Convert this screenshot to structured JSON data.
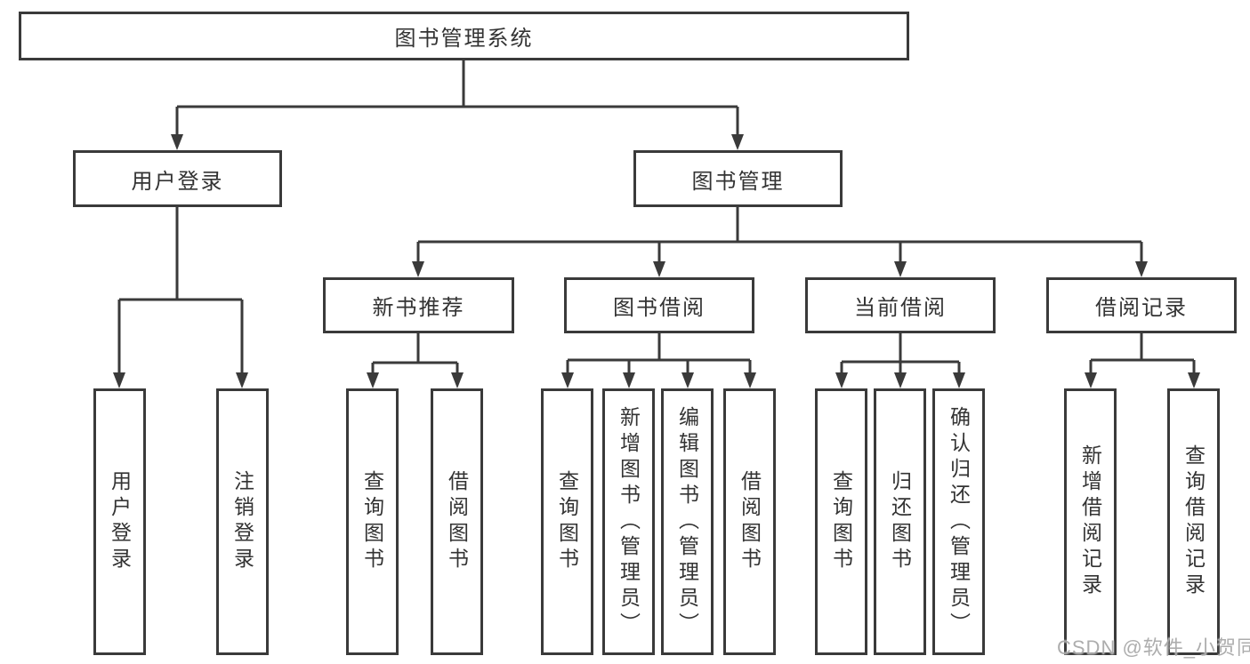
{
  "diagram": {
    "root": {
      "label": "图书管理系统"
    },
    "level1": [
      {
        "label": "用户登录"
      },
      {
        "label": "图书管理"
      }
    ],
    "level2": [
      {
        "label": "新书推荐"
      },
      {
        "label": "图书借阅"
      },
      {
        "label": "当前借阅"
      },
      {
        "label": "借阅记录"
      }
    ],
    "leaves": {
      "user_login": [
        {
          "label": "用户登录"
        },
        {
          "label": "注销登录"
        }
      ],
      "new_book": [
        {
          "label": "查询图书"
        },
        {
          "label": "借阅图书"
        }
      ],
      "book_borrow": [
        {
          "label": "查询图书"
        },
        {
          "label": "新增图书（管理员）"
        },
        {
          "label": "编辑图书（管理员）"
        },
        {
          "label": "借阅图书"
        }
      ],
      "current_borrow": [
        {
          "label": "查询图书"
        },
        {
          "label": "归还图书"
        },
        {
          "label": "确认归还（管理员）"
        }
      ],
      "borrow_record": [
        {
          "label": "新增借阅记录"
        },
        {
          "label": "查询借阅记录"
        }
      ]
    }
  },
  "watermark": {
    "text": "CSDN @软件_小贺同学"
  },
  "colors": {
    "line": "#3a3a3a",
    "text": "#333333",
    "background": "#ffffff",
    "watermark": "#a4a4a4"
  }
}
